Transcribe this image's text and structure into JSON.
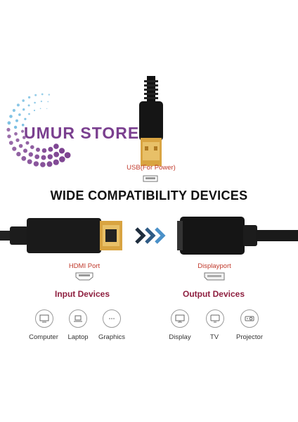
{
  "logo": {
    "text": "UMUR STORE"
  },
  "usb": {
    "label": "USB(For Power)"
  },
  "heading": "WIDE COMPATIBILITY DEVICES",
  "ports": {
    "hdmi_label": "HDMI Port",
    "dp_label": "Displayport"
  },
  "input_devices": {
    "title": "Input Devices",
    "items": [
      {
        "label": "Computer",
        "icon": "monitor-icon"
      },
      {
        "label": "Laptop",
        "icon": "laptop-icon"
      },
      {
        "label": "Graphics",
        "icon": "graphics-card-icon"
      }
    ]
  },
  "output_devices": {
    "title": "Output Devices",
    "items": [
      {
        "label": "Display",
        "icon": "display-icon"
      },
      {
        "label": "TV",
        "icon": "tv-icon"
      },
      {
        "label": "Projector",
        "icon": "projector-icon"
      }
    ]
  },
  "colors": {
    "logo_purple": "#7a3f8f",
    "logo_blue": "#4aa8d8",
    "port_label": "#c0392b",
    "section_title": "#8e1f3f",
    "arrow_dark": "#1f2d3d",
    "arrow_light": "#4a90c8",
    "connector_gold": "#d9a441"
  }
}
